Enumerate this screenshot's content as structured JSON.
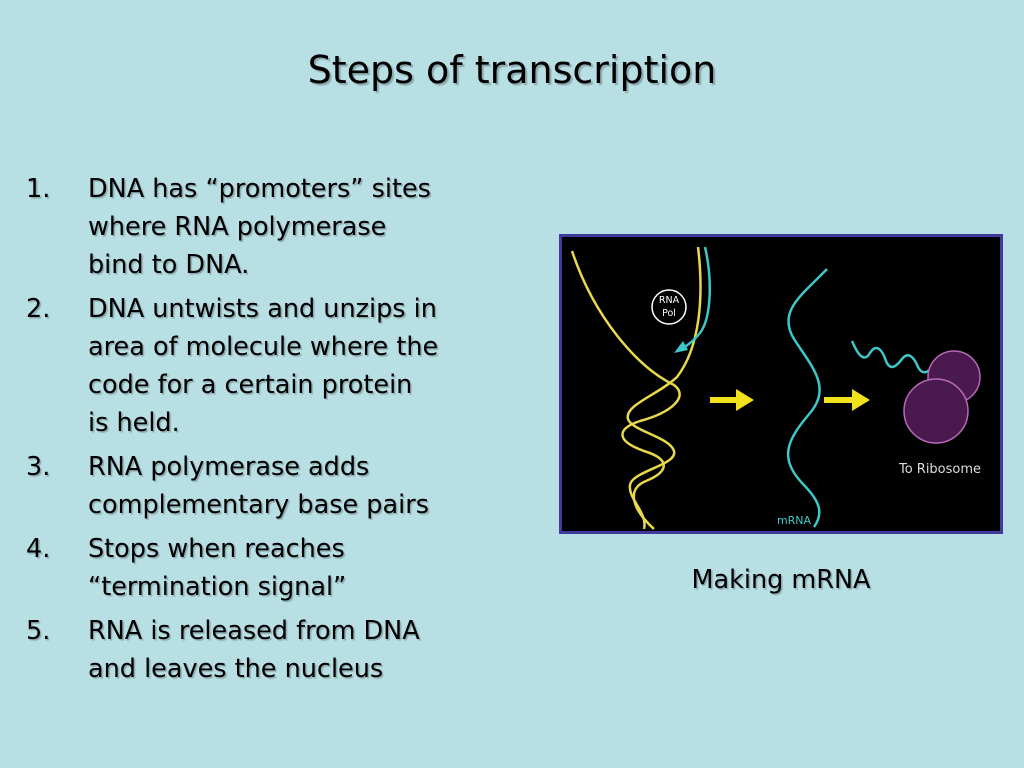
{
  "slide": {
    "title": "Steps of transcription",
    "steps": [
      {
        "number": "1.",
        "text": "DNA has “promoters” sites\nwhere RNA polymerase\nbind to DNA."
      },
      {
        "number": "2.",
        "text": "DNA untwists and unzips in\narea of molecule where the\ncode for a certain protein\nis held."
      },
      {
        "number": "3.",
        "text": "RNA polymerase adds\ncomplementary base pairs"
      },
      {
        "number": "4.",
        "text": "Stops when reaches\n“termination signal”"
      },
      {
        "number": "5.",
        "text": "RNA is released from DNA\nand leaves the nucleus"
      }
    ]
  },
  "figure": {
    "labels": {
      "rna_pol_line1": "RNA",
      "rna_pol_line2": "Pol",
      "to_ribosome": "To Ribosome",
      "mrna": "mRNA"
    },
    "colors": {
      "dna_strand": "#e8d84a",
      "mrna_strand": "#3ec7c9",
      "arrow": "#f2e21b",
      "ribosome": "#b86ab8",
      "background": "#000000",
      "border": "#3f3a9c"
    },
    "caption": "Making mRNA"
  }
}
